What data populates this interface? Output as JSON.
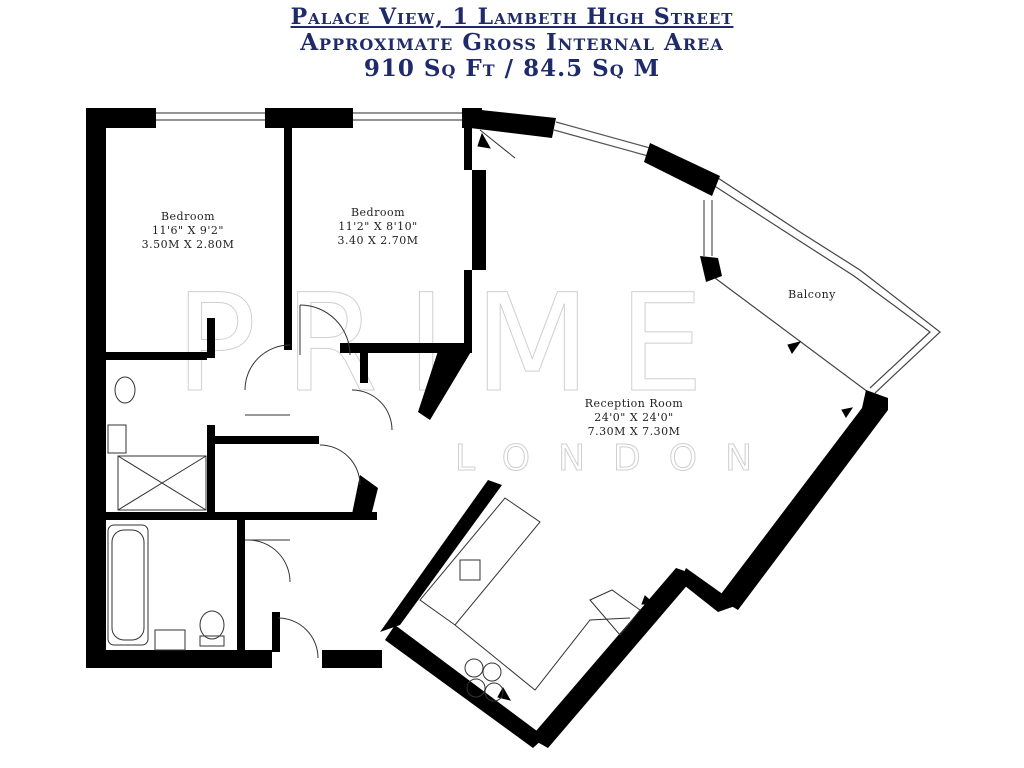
{
  "header": {
    "title": "Palace View, 1 Lambeth High Street",
    "subtitle": "Approximate Gross Internal Area",
    "area": "910 Sq Ft / 84.5 Sq M"
  },
  "rooms": {
    "bedroom1": {
      "name": "Bedroom",
      "imperial": "11'6\" X 9'2\"",
      "metric": "3.50M X 2.80M"
    },
    "bedroom2": {
      "name": "Bedroom",
      "imperial": "11'2\" X 8'10\"",
      "metric": "3.40 X 2.70M"
    },
    "reception": {
      "name": "Reception Room",
      "imperial": "24'0\" X 24'0\"",
      "metric": "7.30M X 7.30M"
    },
    "balcony": {
      "name": "Balcony"
    }
  },
  "watermark": {
    "brand": "PRIME",
    "sub": "LONDON"
  },
  "colors": {
    "title": "#1f2a6b",
    "wall": "#000000",
    "watermark": "#cfcfcf"
  }
}
